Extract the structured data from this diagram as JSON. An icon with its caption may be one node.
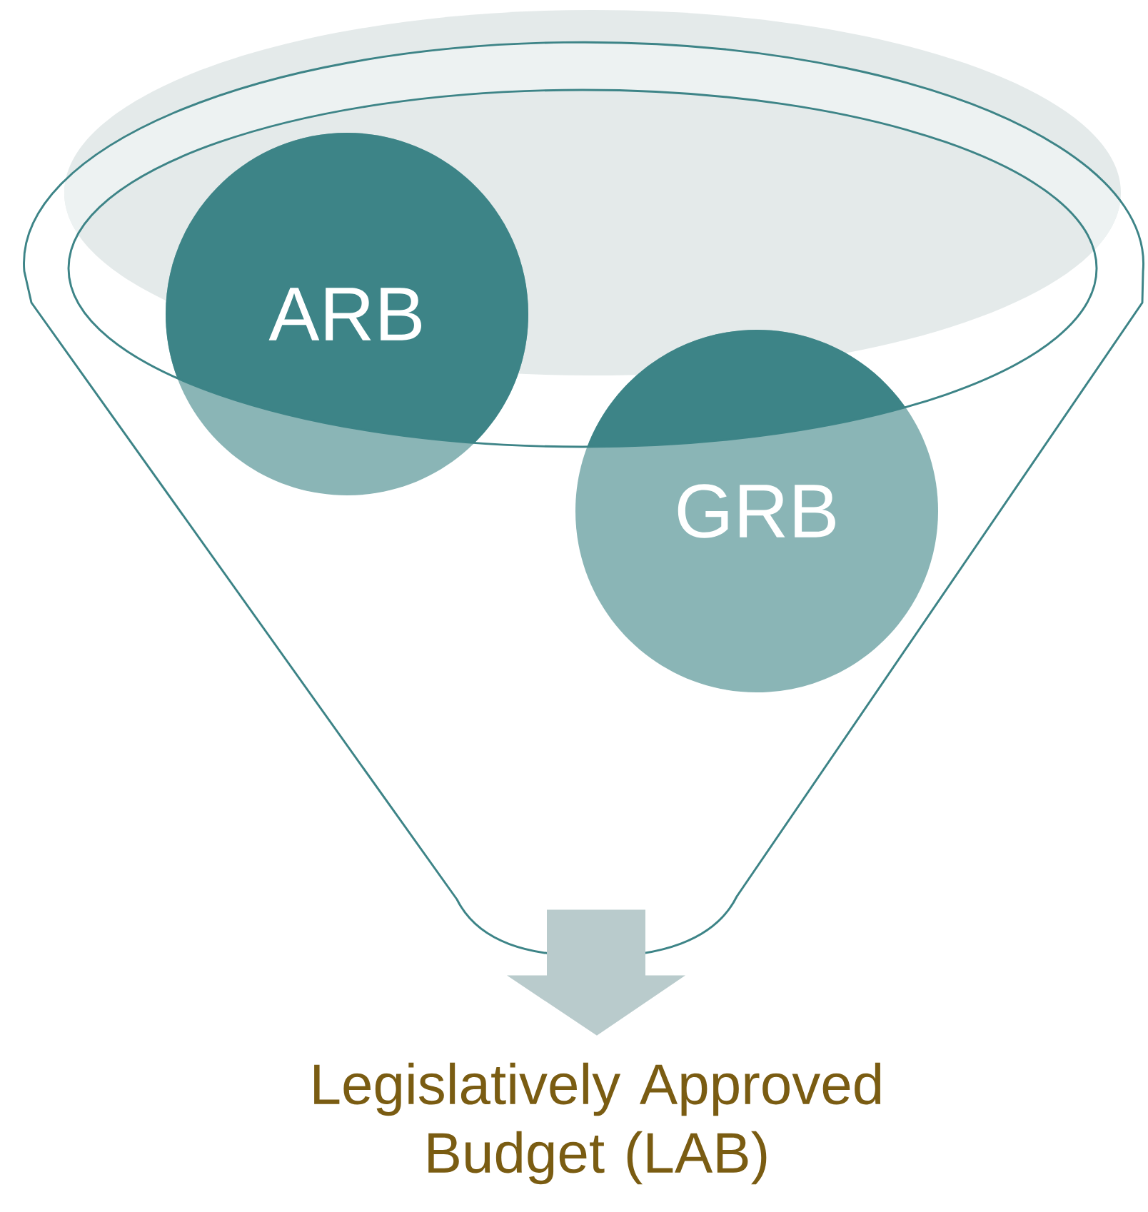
{
  "diagram": {
    "nodes": [
      {
        "text": [],
        "shape": "funnel"
      },
      {
        "text": [
          "ARB"
        ],
        "in": 0
      },
      {
        "text": [
          "GRB"
        ],
        "in": 0
      },
      {
        "text": [
          "Legislatively Approved Budget (LAB)"
        ]
      }
    ],
    "edges": [
      {
        "from": 0,
        "to": 3,
        "arrow": "to"
      }
    ]
  }
}
